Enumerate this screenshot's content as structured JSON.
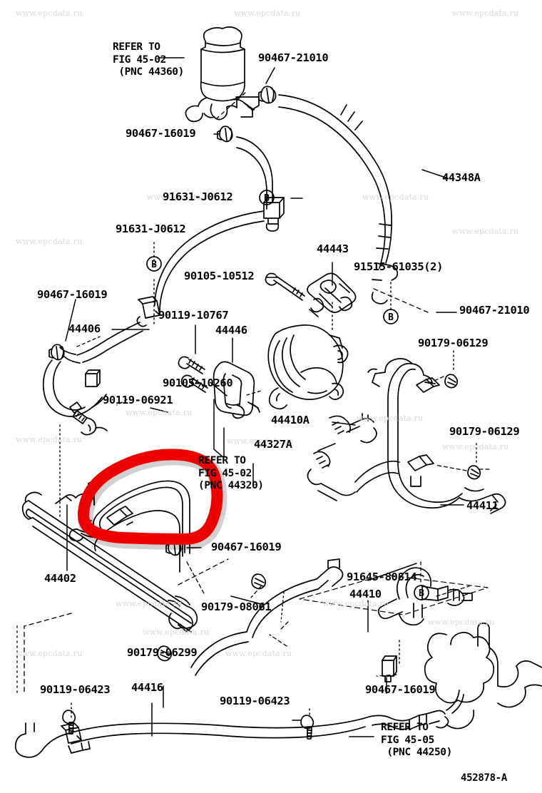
{
  "diagram": {
    "id_code": "452878-A",
    "watermark_text": "www.epcdata.ru",
    "highlight_color": "#ee0000"
  },
  "references": [
    {
      "name": "ref-top-left",
      "line1": "REFER TO",
      "line2": "FIG 45-02",
      "line3": "(PNC 44360)"
    },
    {
      "name": "ref-center",
      "line1": "REFER TO",
      "line2": "FIG 45-02",
      "line3": "(PNC 44320)"
    },
    {
      "name": "ref-bottom-right",
      "line1": "REFER TO",
      "line2": "FIG 45-05",
      "line3": "(PNC 44250)"
    }
  ],
  "labels": [
    {
      "id": "l01",
      "text": "90467-21010"
    },
    {
      "id": "l02",
      "text": "90467-16019"
    },
    {
      "id": "l03",
      "text": "91631-J0612"
    },
    {
      "id": "l04",
      "text": "91631-J0612"
    },
    {
      "id": "l05",
      "text": "44348A"
    },
    {
      "id": "l06",
      "text": "44443"
    },
    {
      "id": "l07",
      "text": "91515-61035(2)"
    },
    {
      "id": "l08",
      "text": "90105-10512"
    },
    {
      "id": "l09",
      "text": "90467-21010"
    },
    {
      "id": "l10",
      "text": "90467-16019"
    },
    {
      "id": "l11",
      "text": "44406"
    },
    {
      "id": "l12",
      "text": "90119-10767"
    },
    {
      "id": "l13",
      "text": "44446"
    },
    {
      "id": "l14",
      "text": "90179-06129"
    },
    {
      "id": "l15",
      "text": "90105-10260"
    },
    {
      "id": "l16",
      "text": "90119-06921"
    },
    {
      "id": "l17",
      "text": "44410A"
    },
    {
      "id": "l18",
      "text": "44327A"
    },
    {
      "id": "l19",
      "text": "90179-06129"
    },
    {
      "id": "l20",
      "text": "44411"
    },
    {
      "id": "l21",
      "text": "90467-16019"
    },
    {
      "id": "l22",
      "text": "91645-80814"
    },
    {
      "id": "l23",
      "text": "44402"
    },
    {
      "id": "l24",
      "text": "90179-08061"
    },
    {
      "id": "l25",
      "text": "44410"
    },
    {
      "id": "l26",
      "text": "90179-06299"
    },
    {
      "id": "l27",
      "text": "90119-06423"
    },
    {
      "id": "l28",
      "text": "44416"
    },
    {
      "id": "l29",
      "text": "90119-06423"
    },
    {
      "id": "l30",
      "text": "90467-16019"
    }
  ],
  "callout_markers": [
    {
      "id": "b1",
      "letter": "B"
    },
    {
      "id": "b2",
      "letter": "B"
    },
    {
      "id": "b3",
      "letter": "B"
    },
    {
      "id": "b4",
      "letter": "B"
    }
  ]
}
